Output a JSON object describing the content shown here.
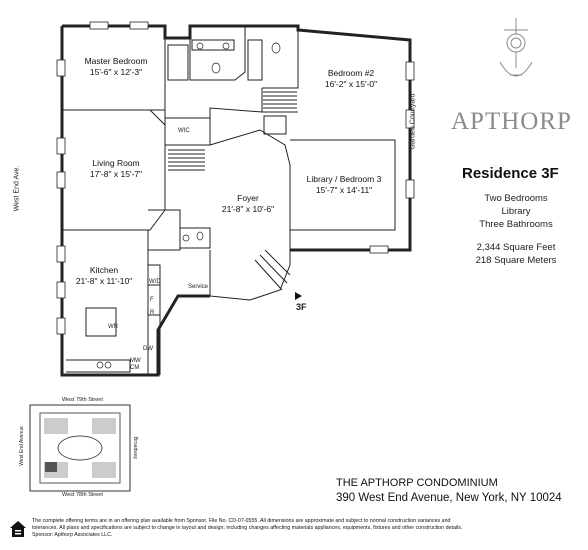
{
  "rooms": {
    "master": {
      "name": "Master Bedroom",
      "dims": "15'-6\" x 12'-3\""
    },
    "bedroom2": {
      "name": "Bedroom #2",
      "dims": "16'-2\" x 15'-0\""
    },
    "living": {
      "name": "Living Room",
      "dims": "17'-8\" x 15'-7\""
    },
    "library": {
      "name": "Library / Bedroom 3",
      "dims": "15'-7\" x 14'-11\""
    },
    "foyer": {
      "name": "Foyer",
      "dims": "21'-8\" x 10'-6\""
    },
    "kitchen": {
      "name": "Kitchen",
      "dims": "21'-8\" x 11'-10\""
    }
  },
  "labels": {
    "wic": "WIC",
    "wd": "W/D",
    "f": "F",
    "r": "R",
    "dw": "DW",
    "wr": "WR",
    "mw": "MW",
    "cm": "CM",
    "service": "Service",
    "unit": "3F"
  },
  "streets": {
    "west_end": "West End Ave.",
    "garden": "Garden Courtyard"
  },
  "keyplan": {
    "north": "West 79th Street",
    "south": "West 78th Street",
    "west": "West End Avenue",
    "east": "Broadway"
  },
  "brand": {
    "name": "APTHORP",
    "color": "#8b8b8b"
  },
  "residence": {
    "title": "Residence 3F",
    "bedrooms": "Two Bedrooms",
    "library": "Library",
    "bathrooms": "Three Bathrooms",
    "sqft": "2,344 Square Feet",
    "sqm": "218 Square Meters"
  },
  "address": {
    "condo": "THE APTHORP CONDOMINIUM",
    "street": "390 West End Avenue, New York, NY 10024"
  },
  "disclaimer": {
    "line1": "The complete offering terms are in an offering plan available from Sponsor. File No. CD-07-0555. All dimensions are approximate and subject to normal construction variances and",
    "line2": "tolerances. All plans and specifications are subject to change in layout and design; including changes affecting materials appliances, equipments, fixtures and other construction details.",
    "line3": "Sponsor: Apthorp Associates LLC."
  }
}
